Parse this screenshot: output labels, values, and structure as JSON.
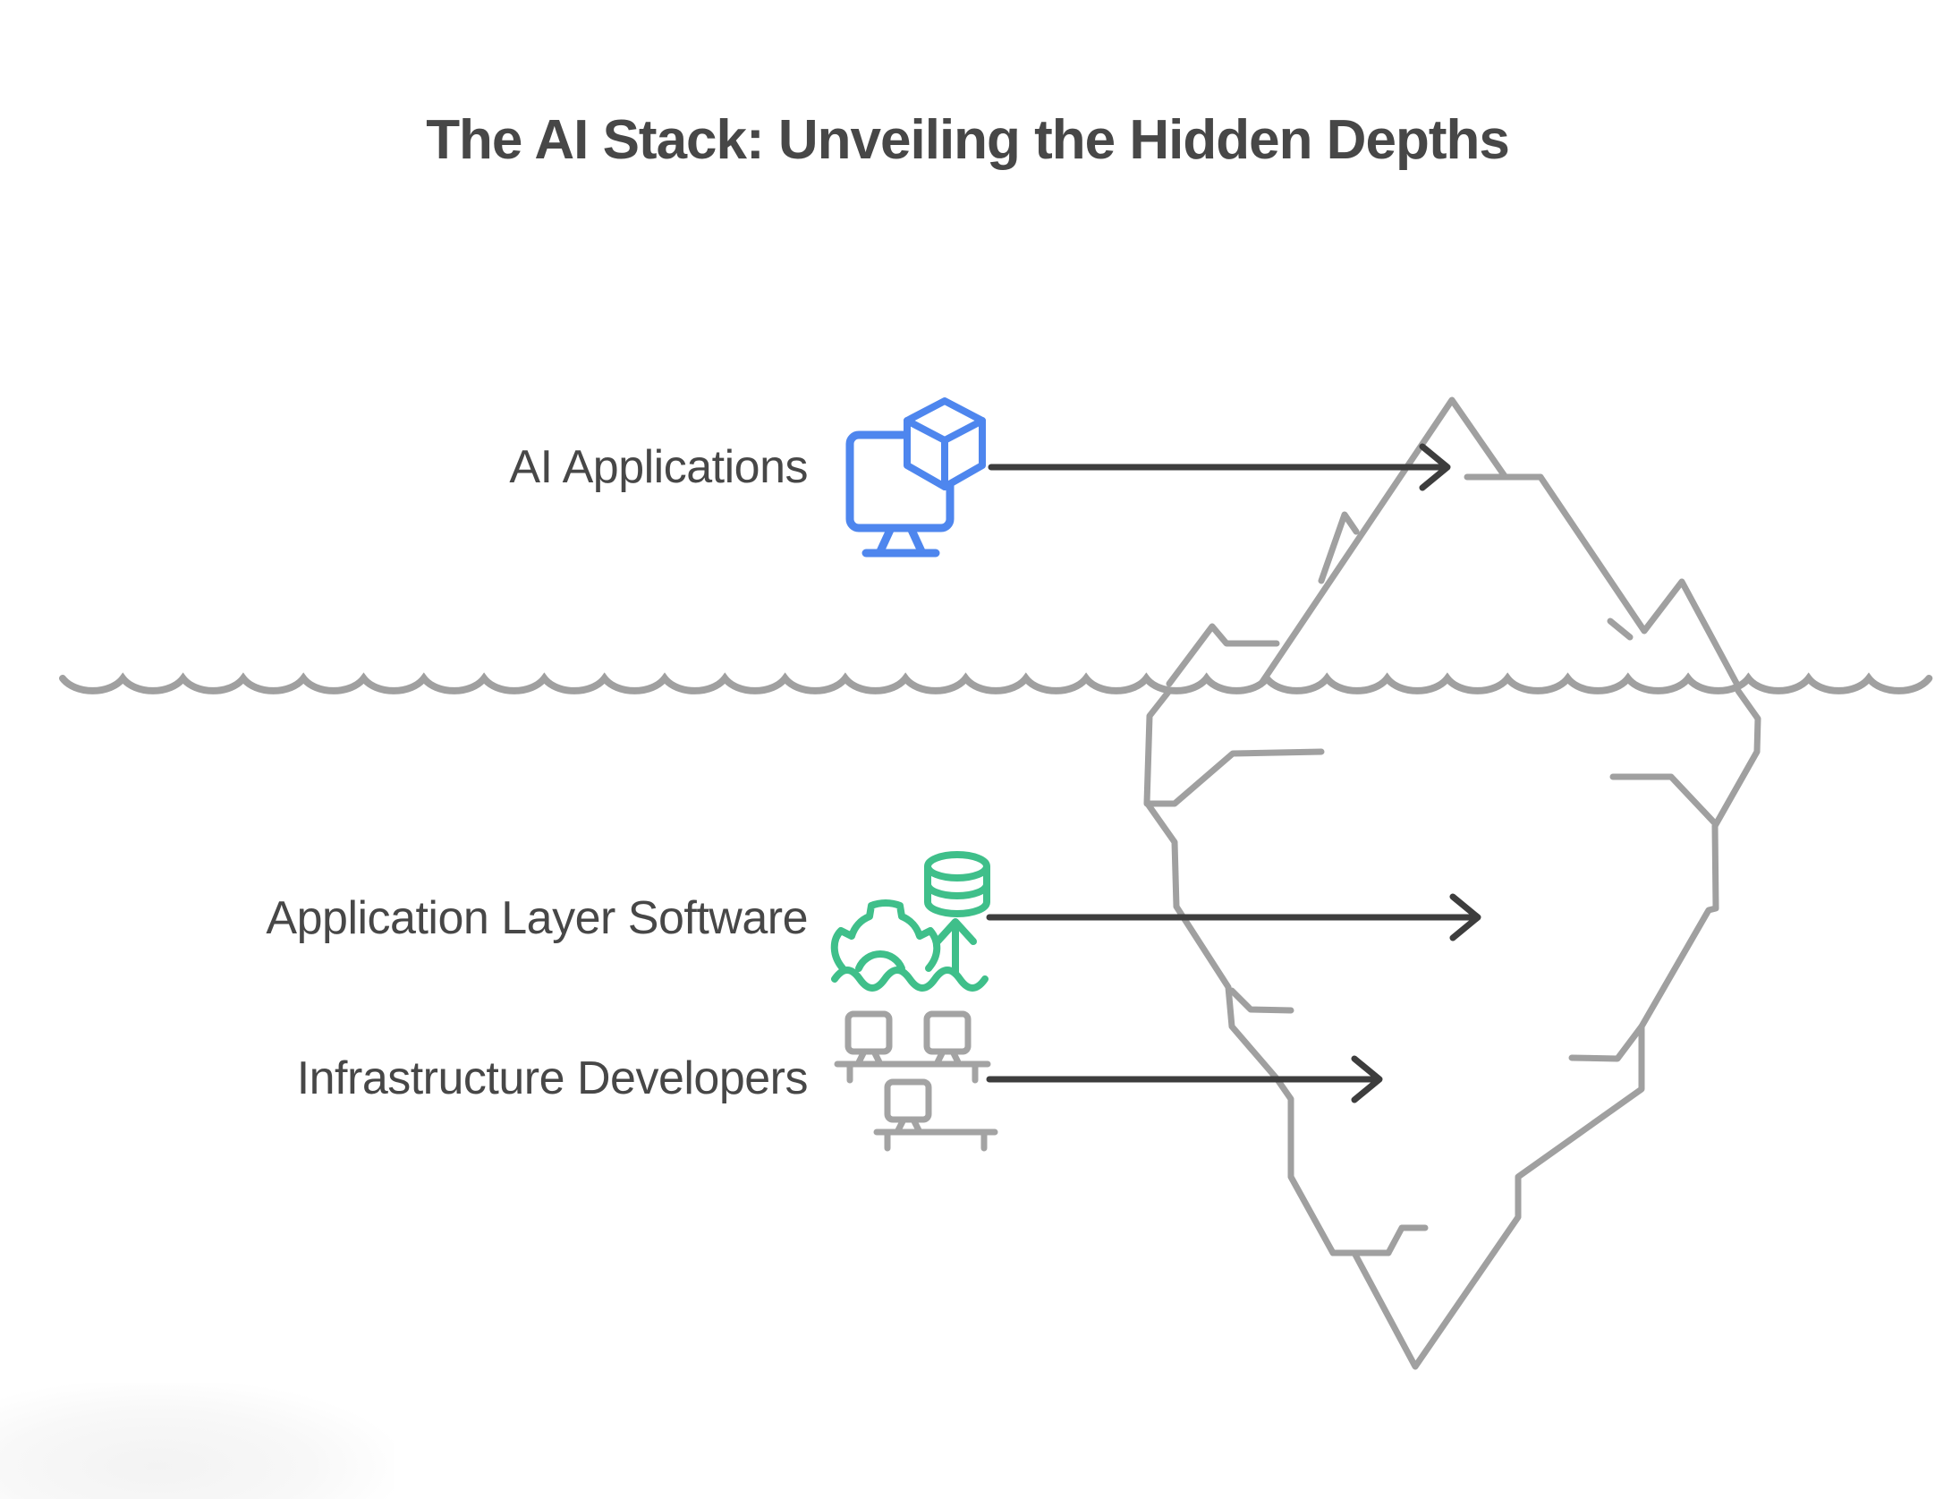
{
  "title": "The AI Stack: Unveiling the Hidden Depths",
  "layers": [
    {
      "id": "ai-applications",
      "label": "AI Applications",
      "icon": "monitor-cube-icon",
      "position": "above-waterline"
    },
    {
      "id": "application-layer-software",
      "label": "Application Layer Software",
      "icon": "database-gear-wave-icon",
      "position": "below-waterline"
    },
    {
      "id": "infrastructure-developers",
      "label": "Infrastructure Developers",
      "icon": "workstations-icon",
      "position": "below-waterline"
    }
  ],
  "diagram": {
    "metaphor": "iceberg",
    "waterline": "wavy scalloped line across full width",
    "iceberg": "jagged outline iceberg, small tip above water, large mass below"
  },
  "colors": {
    "text_dark": "#474747",
    "arrow_dark": "#3d3d3d",
    "iceberg_gray": "#a0a0a0",
    "icon_gray": "#a3a3a3",
    "accent_blue": "#4e86ee",
    "accent_green": "#3fbf8a",
    "watermark_gray": "#f3f3f3",
    "background": "#ffffff"
  }
}
